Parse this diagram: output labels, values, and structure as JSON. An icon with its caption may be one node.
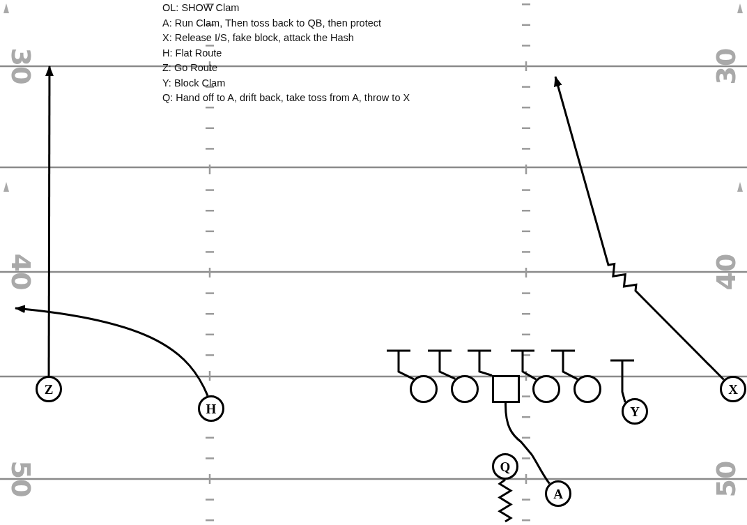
{
  "diagram": {
    "nodes": [
      {
        "text": [
          "Z"
        ]
      },
      {
        "text": [
          "H"
        ]
      },
      {
        "text": [],
        "shape": "circle"
      },
      {
        "text": [],
        "shape": "circle"
      },
      {
        "text": [],
        "shape": "box"
      },
      {
        "text": [],
        "shape": "circle"
      },
      {
        "text": [],
        "shape": "circle"
      },
      {
        "text": [
          "Y"
        ]
      },
      {
        "text": [
          "X"
        ]
      },
      {
        "text": [
          "Q"
        ]
      },
      {
        "text": [
          "A"
        ]
      }
    ],
    "edges": [
      {
        "from": 0,
        "to": null,
        "arrow": "to"
      },
      {
        "from": 1,
        "to": null,
        "arrow": "to"
      },
      {
        "from": 8,
        "to": null,
        "arrow": "to"
      },
      {
        "from": 4,
        "to": 10,
        "arrow": "none"
      },
      {
        "from": 9,
        "to": null,
        "arrow": "none"
      },
      {
        "from": 2,
        "to": null,
        "arrow": "other"
      },
      {
        "from": 3,
        "to": null,
        "arrow": "other"
      },
      {
        "from": 4,
        "to": null,
        "arrow": "other"
      },
      {
        "from": 5,
        "to": null,
        "arrow": "other"
      },
      {
        "from": 6,
        "to": null,
        "arrow": "other"
      },
      {
        "from": 7,
        "to": null,
        "arrow": "other"
      }
    ],
    "labels": [
      "OL: SHOW Clam",
      "A: Run Clam, Then toss back to QB, then protect",
      "X: Release I/S, fake block, attack the Hash",
      "H: Flat Route",
      "Z: Go Route",
      "Y: Block Clam",
      "Q: Hand off to A, drift back, take toss from A, throw to X",
      "30",
      "40",
      "50",
      "30",
      "40",
      "50"
    ]
  }
}
